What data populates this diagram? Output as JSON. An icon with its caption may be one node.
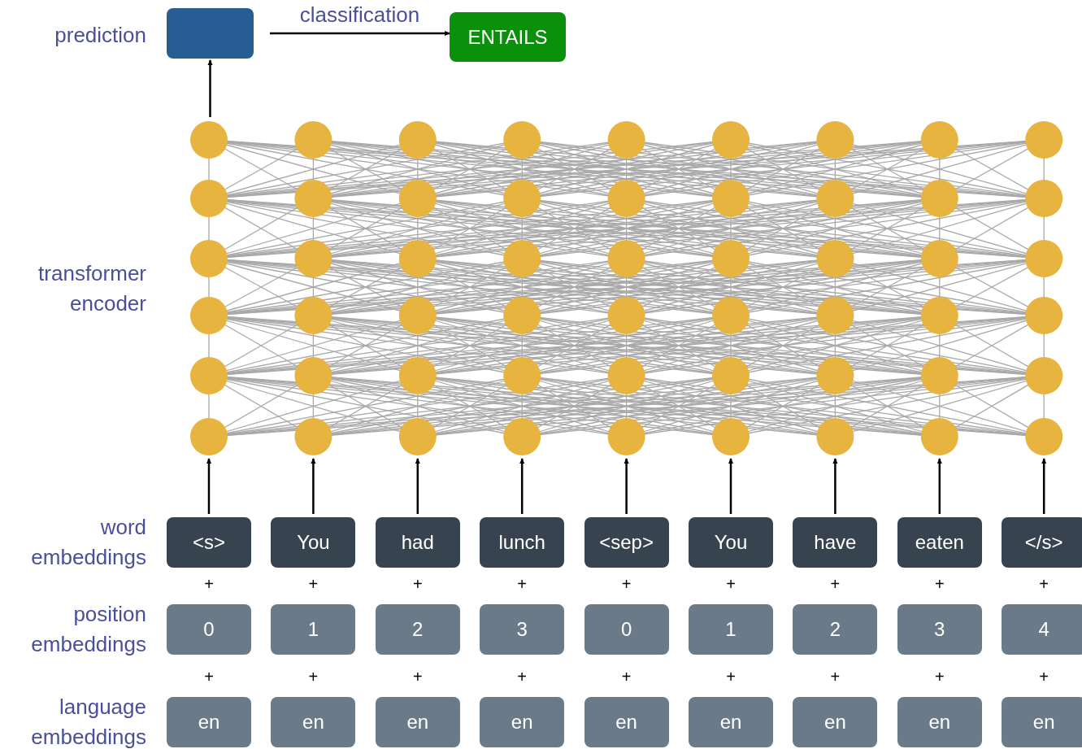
{
  "diagram": {
    "nodes": [
      {
        "text": [],
        "shape": "box"
      },
      {
        "text": [
          "ENTAILS"
        ]
      },
      {
        "text": [],
        "shape": "picture"
      },
      {
        "text": [
          "<s>"
        ]
      },
      {
        "text": [
          "You"
        ]
      },
      {
        "text": [
          "had"
        ]
      },
      {
        "text": [
          "lunch"
        ]
      },
      {
        "text": [
          "<sep>"
        ]
      },
      {
        "text": [
          "You"
        ]
      },
      {
        "text": [
          "have"
        ]
      },
      {
        "text": [
          "eaten"
        ]
      },
      {
        "text": [
          "</s>"
        ]
      },
      {
        "text": [
          "0"
        ]
      },
      {
        "text": [
          "1"
        ]
      },
      {
        "text": [
          "2"
        ]
      },
      {
        "text": [
          "3"
        ]
      },
      {
        "text": [
          "0"
        ]
      },
      {
        "text": [
          "1"
        ]
      },
      {
        "text": [
          "2"
        ]
      },
      {
        "text": [
          "3"
        ]
      },
      {
        "text": [
          "4"
        ]
      },
      {
        "text": [
          "en"
        ]
      },
      {
        "text": [
          "en"
        ]
      },
      {
        "text": [
          "en"
        ]
      },
      {
        "text": [
          "en"
        ]
      },
      {
        "text": [
          "en"
        ]
      },
      {
        "text": [
          "en"
        ]
      },
      {
        "text": [
          "en"
        ]
      },
      {
        "text": [
          "en"
        ]
      },
      {
        "text": [
          "en"
        ]
      }
    ],
    "edges": [
      {
        "from": 2,
        "to": 0,
        "arrow": "to"
      },
      {
        "from": 0,
        "to": 1,
        "arrow": "to",
        "label": "classification"
      },
      {
        "from": 3,
        "to": 2,
        "arrow": "to"
      },
      {
        "from": 4,
        "to": 2,
        "arrow": "to"
      },
      {
        "from": 5,
        "to": 2,
        "arrow": "to"
      },
      {
        "from": 6,
        "to": 2,
        "arrow": "to"
      },
      {
        "from": 7,
        "to": 2,
        "arrow": "to"
      },
      {
        "from": 8,
        "to": 2,
        "arrow": "to"
      },
      {
        "from": 9,
        "to": 2,
        "arrow": "to"
      },
      {
        "from": 10,
        "to": 2,
        "arrow": "to"
      },
      {
        "from": 11,
        "to": 2,
        "arrow": "to"
      }
    ],
    "labels": [
      "prediction",
      "transformer encoder",
      "word embeddings",
      "+",
      "+",
      "+",
      "+",
      "+",
      "+",
      "+",
      "+",
      "+",
      "position embeddings",
      "+",
      "+",
      "+",
      "+",
      "+",
      "+",
      "+",
      "+",
      "+",
      "language embeddings"
    ]
  }
}
